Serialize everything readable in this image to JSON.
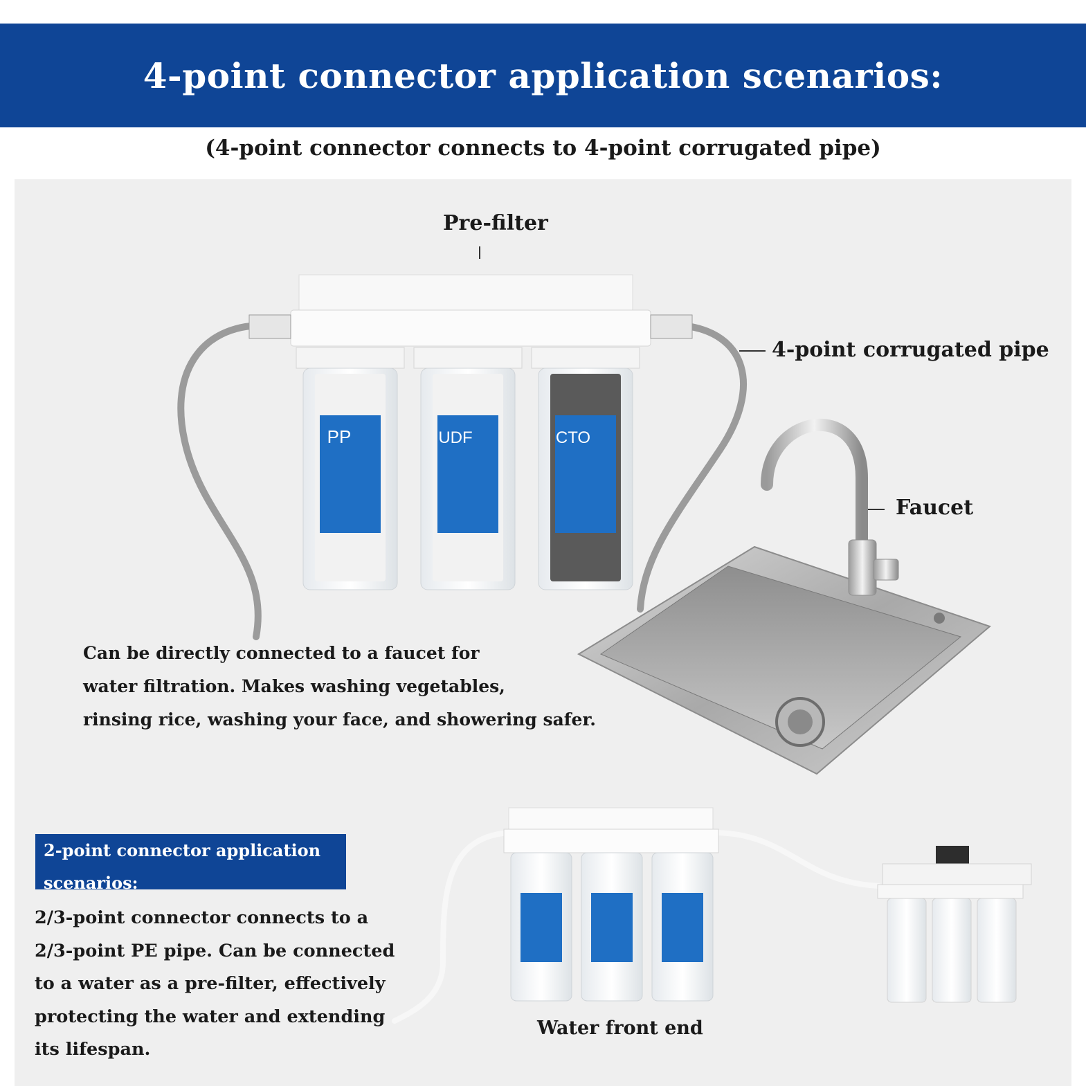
{
  "header": {
    "title": "4-point connector application scenarios:",
    "subtitle": "(4-point connector connects to 4-point corrugated pipe)"
  },
  "labels": {
    "pre_filter": "Pre-filter",
    "corrugated_pipe": "4-point corrugated pipe",
    "faucet": "Faucet",
    "water_front_end": "Water front end"
  },
  "filters": {
    "cartridges": [
      "PP",
      "UDF",
      "CTO"
    ]
  },
  "description_4point": [
    "Can be directly connected to a faucet for",
    "water filtration. Makes washing vegetables,",
    "rinsing rice, washing your face, and showering safer."
  ],
  "section_2point": {
    "badge_lines": [
      "2-point connector application",
      "scenarios:"
    ],
    "description": [
      "2/3-point connector connects to a",
      "2/3-point PE pipe. Can be connected",
      "to a water as a pre-filter, effectively",
      "protecting the water and extending",
      "its lifespan."
    ]
  },
  "colors": {
    "banner": "#0f4596",
    "panel": "#efefef",
    "cartridge_label": "#1f6fc4"
  }
}
